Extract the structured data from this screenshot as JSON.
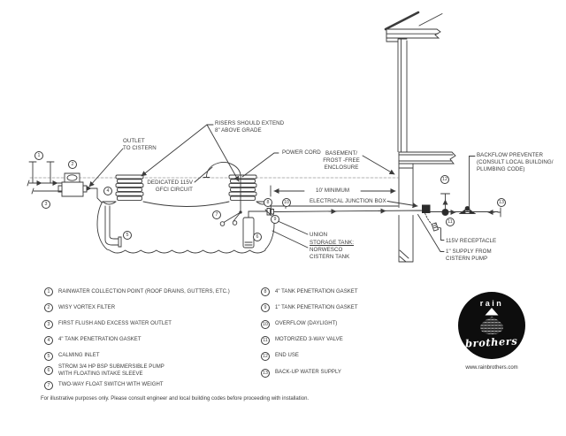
{
  "diagram": {
    "labels": {
      "outlet_to_cistern": "OUTLET\nTO CISTERN",
      "risers_note": "RISERS SHOULD EXTEND\n8\" ABOVE GRADE",
      "power_cord": "POWER CORD",
      "dedicated_circuit": "DEDICATED 115V\nGFCI CIRCUIT",
      "basement_enclosure": "BASEMENT/\nFROST -FREE\nENCLOSURE",
      "ten_minimum": "10' MINIMUM",
      "electrical_junction_box": "ELECTRICAL JUNCTION BOX",
      "union": "UNION",
      "storage_tank_title": "STORAGE TANK:",
      "storage_tank_body": "NORWESCO\nCISTERN TANK",
      "backflow_preventer": "BACKFLOW PREVENTER\n(CONSULT LOCAL BUILDING/\nPLUMBING CODE)",
      "receptacle": "115V RECEPTACLE",
      "supply_from_pump": "1\" SUPPLY FROM\nCISTERN PUMP"
    },
    "callouts": {
      "c1": "1",
      "c2": "2",
      "c3": "3",
      "c4": "4",
      "c5": "5",
      "c6": "6",
      "c7": "7",
      "c8": "8",
      "c9": "9",
      "c10": "10",
      "c11": "11",
      "c12": "12",
      "c13": "13"
    }
  },
  "legend": {
    "items": [
      {
        "num": "1",
        "text": "RAINWATER COLLECTION POINT (ROOF DRAINS, GUTTERS, ETC.)"
      },
      {
        "num": "2",
        "text": "WISY VORTEX FILTER"
      },
      {
        "num": "3",
        "text": "FIRST FLUSH AND EXCESS WATER OUTLET"
      },
      {
        "num": "4",
        "text": "4\" TANK PENETRATION GASKET"
      },
      {
        "num": "5",
        "text": "CALMING INLET"
      },
      {
        "num": "6",
        "text": "STROM 3/4 HP BSP SUBMERSIBLE PUMP\nWITH FLOATING INTAKE SLEEVE"
      },
      {
        "num": "7",
        "text": "TWO-WAY FLOAT SWITCH WITH WEIGHT"
      },
      {
        "num": "8",
        "text": "4\" TANK PENETRATION GASKET"
      },
      {
        "num": "9",
        "text": "1\" TANK PENETRATION GASKET"
      },
      {
        "num": "10",
        "text": "OVERFLOW (DAYLIGHT)"
      },
      {
        "num": "11",
        "text": "MOTORIZED 3-WAY VALVE"
      },
      {
        "num": "12",
        "text": "END USE"
      },
      {
        "num": "13",
        "text": "BACK-UP WATER SUPPLY"
      }
    ]
  },
  "logo": {
    "word1": "rain",
    "word2": "brothers",
    "website": "www.rainbrothers.com"
  },
  "footer": {
    "disclaimer": "For illustrative purposes only. Please consult engineer and local building codes before proceeding with installation."
  },
  "colors": {
    "line": "#3b3b3b",
    "grade_dash": "#9a9a9a",
    "logo_bg": "#0d0d0d",
    "background": "#ffffff"
  }
}
